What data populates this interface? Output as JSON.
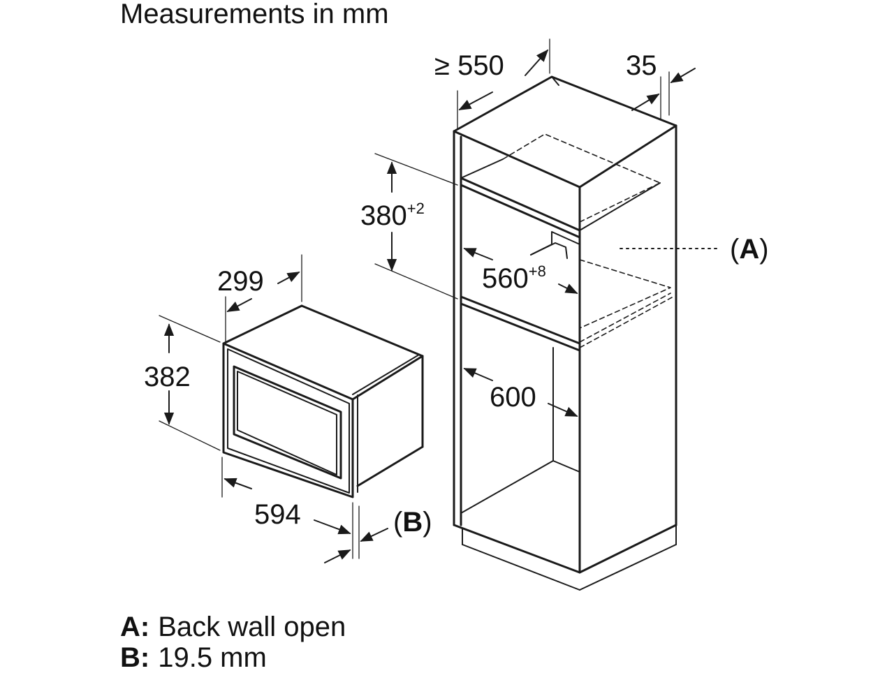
{
  "title": "Measurements in mm",
  "dimensions": {
    "cabinet_depth": "≥ 550",
    "top_gap": "35",
    "niche_height": "380",
    "niche_height_tol": "+2",
    "niche_width": "560",
    "niche_width_tol": "+8",
    "cabinet_inner_width": "600",
    "appliance_depth": "299",
    "appliance_height": "382",
    "appliance_width": "594"
  },
  "tags": {
    "a_letter": "A",
    "b_letter": "B"
  },
  "legend": {
    "a_key": "A:",
    "a_text": "Back wall open",
    "b_key": "B:",
    "b_text": "19.5 mm"
  }
}
